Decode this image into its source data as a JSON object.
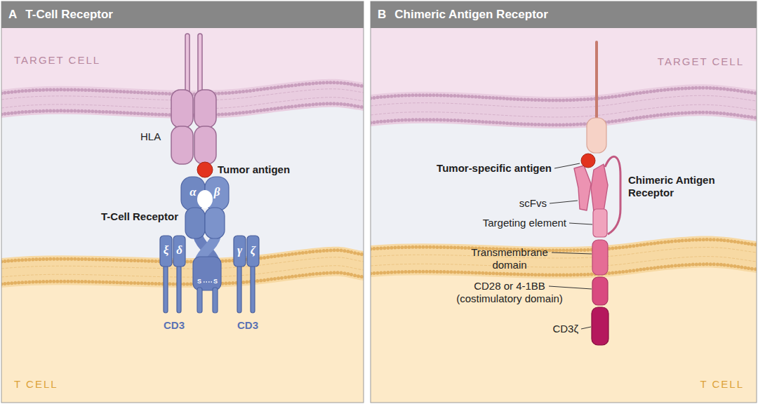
{
  "diagram": {
    "nodes": [
      {
        "text": [
          "A",
          "T-Cell Receptor"
        ]
      },
      {
        "text": [
          "B",
          "Chimeric Antigen Receptor"
        ]
      }
    ],
    "labels": [
      "TARGET CELL",
      "HLA",
      "Tumor antigen",
      "T-Cell Receptor",
      "α",
      "β",
      "ξ",
      "δ",
      "γ",
      "ζ",
      "S",
      "S",
      "CD3",
      "CD3",
      "T CELL",
      "TARGET CELL",
      "Tumor-specific antigen",
      "Chimeric Antigen Receptor",
      "scFvs",
      "Targeting element",
      "Transmembrane domain",
      "CD28 or 4-1BB (costimulatory domain)",
      "CD3ζ",
      "T CELL"
    ]
  }
}
